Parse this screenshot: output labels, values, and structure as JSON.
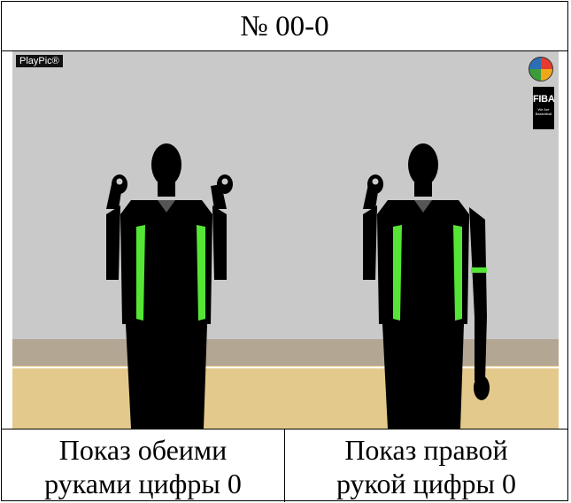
{
  "header": {
    "title": "№ 00-0"
  },
  "image": {
    "brand": "PlayPic®",
    "logo_text": "FIBA",
    "logo_slogan": "We Are Basketball"
  },
  "captions": [
    {
      "lines": [
        "Показ обеими",
        "руками цифры 0"
      ]
    },
    {
      "lines": [
        "Показ правой",
        "рукой цифры 0"
      ]
    }
  ],
  "colors": {
    "wall": "#c9c9c9",
    "floor": "#e4c98c",
    "baseboard": "#b3a793",
    "jersey_accent": "#55e635",
    "silhouette": "#000000"
  }
}
